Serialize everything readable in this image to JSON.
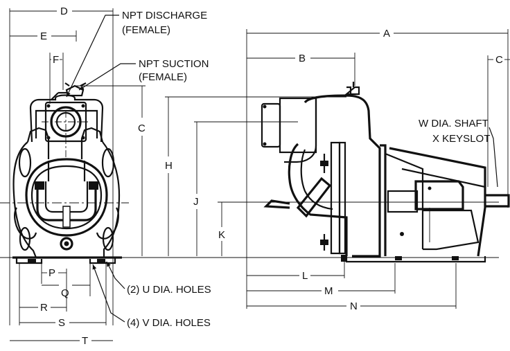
{
  "dimensions": {
    "A": "A",
    "B": "B",
    "C": "C",
    "D": "D",
    "E": "E",
    "F": "F",
    "H": "H",
    "J": "J",
    "K": "K",
    "L": "L",
    "M": "M",
    "N": "N",
    "P": "P",
    "Q": "Q",
    "R": "R",
    "S": "S",
    "T": "T",
    "C_side": "C"
  },
  "callouts": {
    "discharge_line1": "NPT DISCHARGE",
    "discharge_line2": "(FEMALE)",
    "suction_line1": "NPT SUCTION",
    "suction_line2": "(FEMALE)",
    "shaft_line1": "W DIA. SHAFT",
    "shaft_line2": "X KEYSLOT",
    "u_holes": "(2) U DIA. HOLES",
    "v_holes": "(4) V DIA. HOLES"
  }
}
